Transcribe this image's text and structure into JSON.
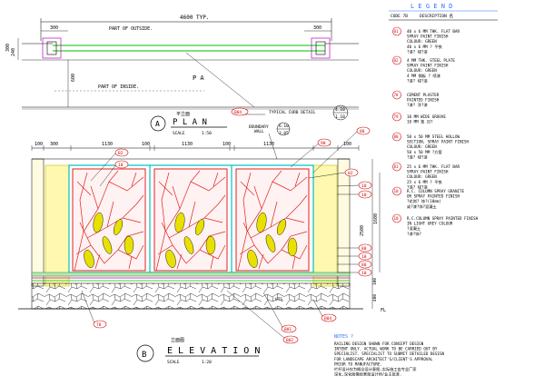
{
  "plan": {
    "dim_overall": "4600 TYP.",
    "dim_post_left": "300",
    "dim_post_right": "300",
    "dim_side_top": "300",
    "dim_side_bottom": "240",
    "label_outside": "PART OF OUTSIDE.",
    "label_inside": "PART OF INSIDE.",
    "label_pa": "P A",
    "dim_depth": "600",
    "typical_detail": "TYPICAL CURB DETAIL",
    "tag_curb_top": "4.10",
    "tag_curb_bottom": "1.10",
    "tag_bubble": "B04",
    "title_letter": "A",
    "title_cn": "平立面",
    "title": "P L A N",
    "scale": "SCALE",
    "scale_value": "1:50"
  },
  "elevation": {
    "dims_top": [
      "100",
      "300",
      "1130",
      "100",
      "1130",
      "100",
      "1130",
      "300",
      "100"
    ],
    "boundary_label": "BOUNDARY",
    "boundary_sub": "WALL",
    "tag_top": "6.10",
    "tag_bottom": "3.05",
    "callouts_left": [
      "B2",
      "10"
    ],
    "callouts_right_top": [
      "90",
      "80",
      "02"
    ],
    "callouts_right_mid": [
      "10",
      "10"
    ],
    "callouts_right_low": [
      "80",
      "10",
      "80",
      "10"
    ],
    "callouts_bottom": [
      "78",
      "B01",
      "B02",
      "B04"
    ],
    "dim_height_total": "2500",
    "dim_height_panel": "1600",
    "dim_base_1": "100",
    "dim_base_2": "400",
    "label_fl": "FL",
    "label_uts": "UTS",
    "title_letter": "B",
    "title_cn": "立面图",
    "title": "E L E V A T I O N",
    "scale": "SCALE",
    "scale_value": "1:20"
  },
  "legend": {
    "heading": "L E G E N D",
    "col_code": "CODE 7B",
    "col_desc": "DESCRIPTION 名",
    "items": [
      {
        "code": "01",
        "lines": [
          "40 x 6 MM THK. FLAT BAR",
          "SPRAY PAINT FINISH",
          "COLOUR: GREEN",
          "40 x 6 MM ? 平铁",
          "?漆? 绿?漆"
        ]
      },
      {
        "code": "02",
        "lines": [
          "4 MM THK. STEEL PLATE",
          "SPRAY PAINT FINISH",
          "COLOUR: GREEN",
          "4 MM 钢板 ? 喷漆",
          "?漆? 绿?漆"
        ]
      },
      {
        "code": "78",
        "lines": [
          "CEMENT PLASTER",
          "PAINTED FINISH",
          "?漆? 涂?漆"
        ]
      },
      {
        "code": "79",
        "lines": [
          "10 MM WIDE GROOVE",
          "10 MM 宽 凹?"
        ]
      },
      {
        "code": "80",
        "lines": [
          "50 x 50 MM STEEL HOLLOW",
          "SECTION, SPRAY PAINT FINISH",
          "COLOUR: GREEN",
          "50 x 50 MM ?方管",
          "?漆? 绿?漆"
        ]
      },
      {
        "code": "81",
        "lines": [
          "25 x 6 MM THK. FLAT BAR",
          "SPRAY PAINT FINISH",
          "COLOUR: GREEN",
          "25 x 6 MM ? 平铁",
          "?漆? 绿?漆"
        ]
      },
      {
        "code": "10",
        "lines": [
          "R.C. COLUMN SPRAY GRANITE",
          "OR SPRAY PAINTED FINISH",
          "?花岗? 饰?(10mm)",
          "或?漆?饰?混凝土"
        ]
      },
      {
        "code": "10",
        "lines": [
          "R.C.COLUMN SPRAY PAINTED FINISH",
          "IN LIGHT GREY COLOUR",
          "?混凝土",
          "?漆?饰?"
        ]
      }
    ]
  },
  "notes": {
    "heading": "NOTES ?",
    "lines": [
      "RAILING DESIGN SHOWN FOR CONCEPT DESIGN",
      "INTENT ONLY. ACTUAL WORK TO BE CARRIED OUT BY",
      "SPECIALIST. SPECIALIST TO SUBMIT DETAILED DESIGN",
      "FOR LANDSCAPE ARCHITECT'S/CLIENT'S APPROVAL",
      "PRIOR TO MANUFACTURE.",
      "栏杆设计仅为概念设计意图,实际施工由专业厂家",
      "深化,深化图需经景观设计师/业主批准."
    ]
  },
  "colors": {
    "line": "#000000",
    "accent_green": "#00c000",
    "accent_cyan": "#00c0c0",
    "accent_magenta": "#c000c0",
    "accent_red": "#e02020",
    "accent_yellow": "#e8e000",
    "legend_blue": "#3070ff",
    "callout_red": "#d00000"
  }
}
